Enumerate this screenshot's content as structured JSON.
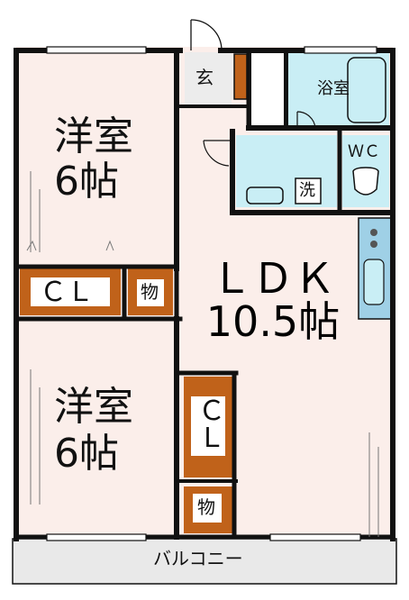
{
  "rooms": {
    "western_room_top": {
      "name": "洋室",
      "size": "6帖"
    },
    "western_room_bottom": {
      "name": "洋室",
      "size": "6帖"
    },
    "closet_left": "ＣＬ",
    "storage_middle": "物",
    "closet_right": "ＣＬ",
    "storage_bottom": "物",
    "entrance": "玄",
    "bathroom": "浴室",
    "toilet": "ＷＣ",
    "washroom": "洗",
    "ldk": {
      "name": "ＬＤＫ",
      "size": "10.5帖"
    },
    "balcony": "バルコニー"
  },
  "colors": {
    "wall": "#111111",
    "room_floor": "#fbeeea",
    "wet_area": "#c9eef5",
    "closet": "#c0621a",
    "entrance_floor": "#ececec",
    "balcony": "#e9e9e9",
    "counter": "#9fd0e6"
  }
}
